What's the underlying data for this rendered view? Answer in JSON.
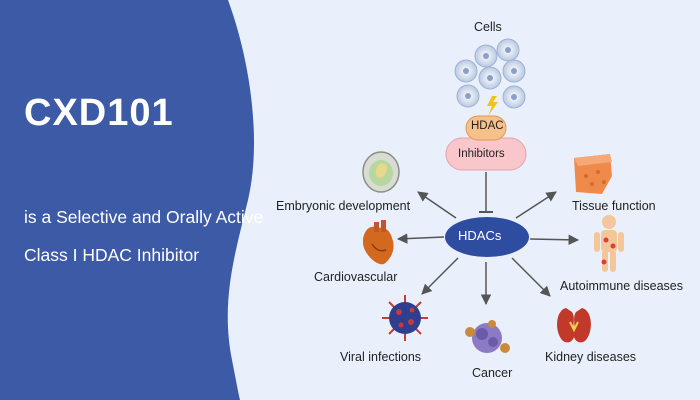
{
  "title": "CXD101",
  "subtitle": "is a Selective and Orally Active Class I HDAC Inhibitor",
  "colors": {
    "panel": "#3c5aa6",
    "background": "#e9f0fb",
    "hub": "#2f4da0",
    "arrow": "#555555",
    "inhibitor_top": "#f6c08a",
    "inhibitor_bottom": "#f9c6cc"
  },
  "diagram": {
    "cells_label": "Cells",
    "inhibitor_top": "HDAC",
    "inhibitor_bottom": "Inhibitors",
    "hub_label": "HDACs",
    "targets": {
      "embryonic": "Embryonic development",
      "tissue": "Tissue function",
      "cardio": "Cardiovascular",
      "autoimmune": "Autoimmune diseases",
      "viral": "Viral infections",
      "cancer": "Cancer",
      "kidney": "Kidney diseases"
    },
    "icons": [
      "cell-icon",
      "lightning-icon",
      "embryo-icon",
      "tissue-icon",
      "heart-icon",
      "body-icon",
      "virus-icon",
      "tumor-icon",
      "kidney-icon"
    ]
  }
}
